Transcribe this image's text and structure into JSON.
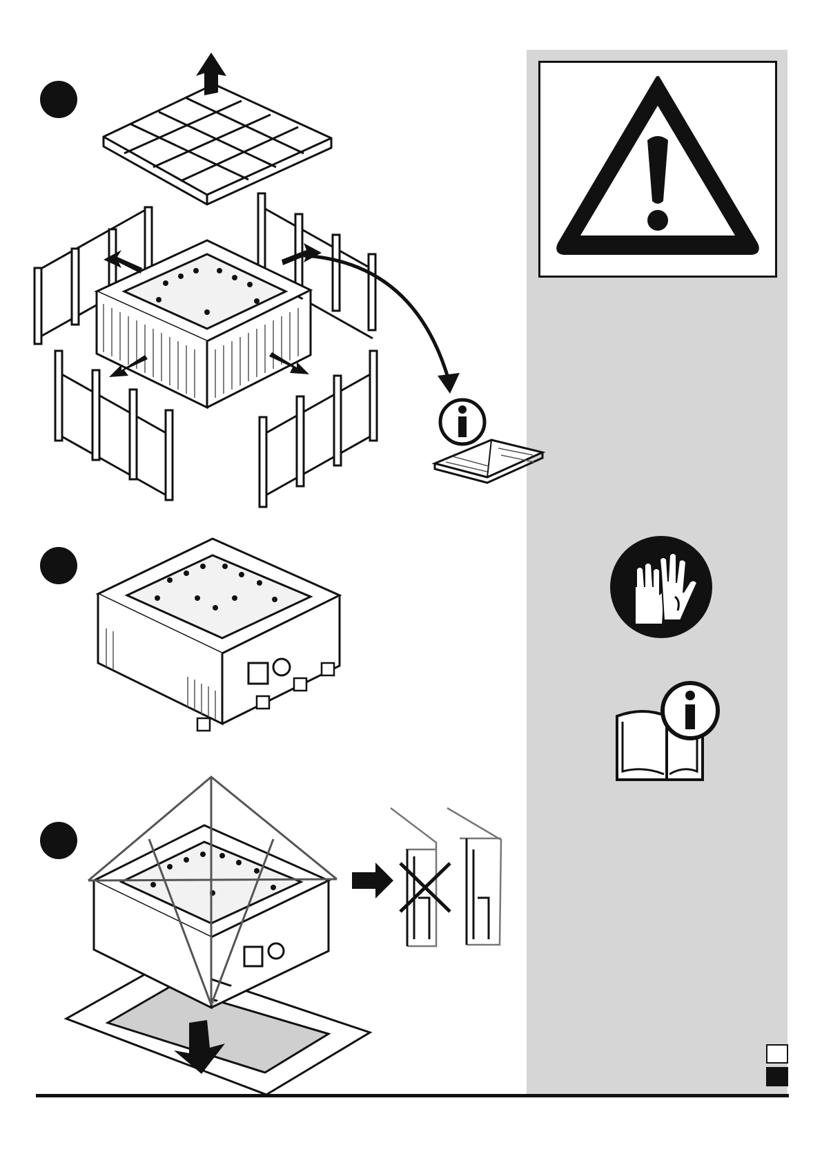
{
  "page": {
    "sidebar_color": "#d6d6d6",
    "ink_color": "#111111"
  },
  "steps": [
    {
      "icon": "step-1-marker-icon"
    },
    {
      "icon": "step-2-marker-icon"
    },
    {
      "icon": "step-3-marker-icon"
    }
  ],
  "sidebar": {
    "icons": [
      "warning-triangle-icon",
      "wear-gloves-icon",
      "read-manual-icon"
    ]
  },
  "illustrations": [
    "pallet-lid-removal",
    "spa-unwrapped",
    "spa-cover-placement",
    "incorrect-cover-fit-icon",
    "read-manual-info-icon"
  ]
}
